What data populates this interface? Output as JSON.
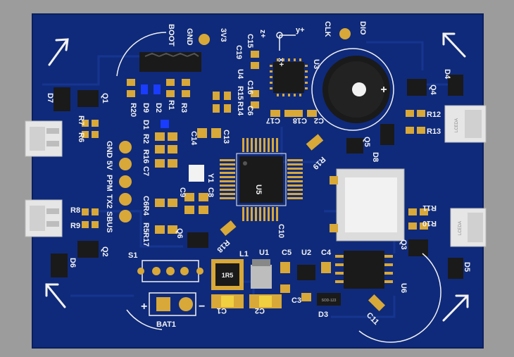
{
  "board": {
    "colors": {
      "background": "#9c9c9c",
      "solder_mask": "#0f2a7a",
      "solder_mask_dark": "#0a1f5e",
      "silkscreen": "#f2f2f2",
      "pad_gold": "#d8a838",
      "ic_body": "#1a1a1a",
      "connector_white": "#e6e6e6",
      "led_blue": "#1a3cff",
      "cap_yellow": "#f0d040"
    }
  },
  "labels": {
    "boot": "BOOT",
    "gnd_top": "GND",
    "v3v3": "3V3",
    "clk": "CLK",
    "dio": "DIO",
    "z_plus": "z+",
    "x_plus": "x+",
    "y_plus": "y+",
    "u3": "U3",
    "u4": "U4",
    "c19": "C19",
    "c15": "C15",
    "r15": "R15",
    "r14": "R14",
    "c16": "C16",
    "c6": "C6",
    "c17": "C17",
    "c18": "C18",
    "c2_top": "C2",
    "r19": "R19",
    "q5": "Q5",
    "d8": "D8",
    "d7": "D7",
    "q1": "Q1",
    "r7": "R7",
    "r6": "R6",
    "r20": "R20",
    "d9": "D9",
    "d2": "D2",
    "r1": "R1",
    "r3": "R3",
    "d1": "D1",
    "r2": "R2",
    "r16": "R16",
    "c7": "C7",
    "c14": "C14",
    "c13": "C13",
    "y1": "Y1",
    "c8": "C8",
    "c9": "C9",
    "c6r4": "C6R4",
    "r5r17": "R5R17",
    "q6": "Q6",
    "r18": "R18",
    "u5": "U5",
    "c10": "C10",
    "pin_gnd": "GND",
    "pin_5v": "5V",
    "pin_ppm": "PPM",
    "pin_tx2": "TX2",
    "pin_sbus": "SBUS",
    "r8": "R8",
    "r9": "R9",
    "q2": "Q2",
    "d6": "D6",
    "s1": "S1",
    "l1": "L1",
    "u1": "U1",
    "c5": "C5",
    "u2": "U2",
    "c4": "C4",
    "inductor_value": "1R5",
    "c1": "C1",
    "c2": "C2",
    "c3": "C3",
    "d3": "D3",
    "diode_marking": "SOD-123",
    "c11": "C11",
    "u6": "U6",
    "bat1": "BAT1",
    "plus": "+",
    "minus": "−",
    "d4": "D4",
    "q4": "Q4",
    "r12": "R12",
    "r13": "R13",
    "r11": "R11",
    "r10": "R10",
    "q3": "Q3",
    "d5": "D5",
    "con_marking": "LCEDA"
  }
}
